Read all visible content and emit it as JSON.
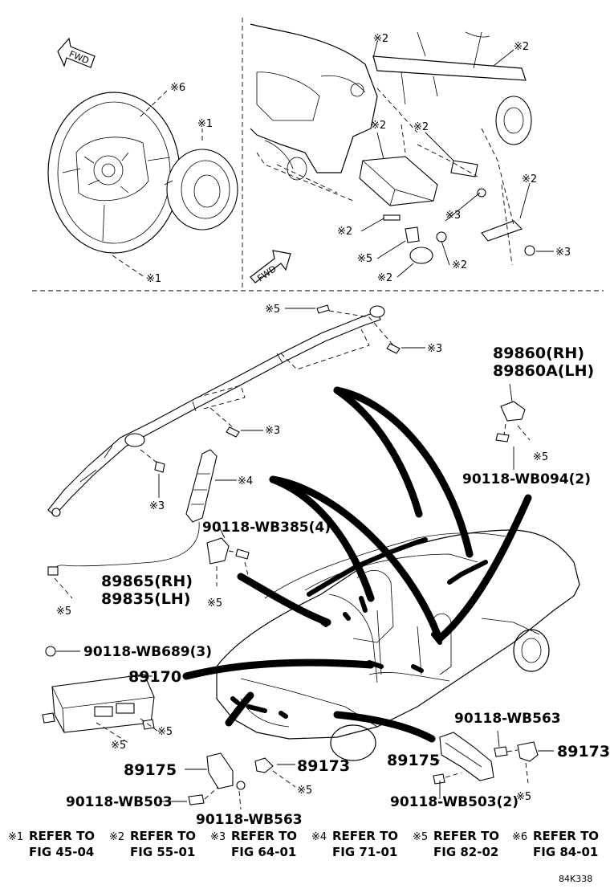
{
  "fwd_label": "FWD",
  "ref_marks": {
    "m1": "※1",
    "m2": "※2",
    "m3": "※3",
    "m4": "※4",
    "m5": "※5",
    "m6": "※6"
  },
  "part_numbers": {
    "p89860_rh": "89860(RH)",
    "p89860a_lh": "89860A(LH)",
    "p90118_wb094": "90118-WB094(2)",
    "p90118_wb385": "90118-WB385(4)",
    "p89865_rh": "89865(RH)",
    "p89835_lh": "89835(LH)",
    "p90118_wb689": "90118-WB689(3)",
    "p89170": "89170",
    "p90118_wb563_r": "90118-WB563",
    "p89173_r": "89173",
    "p89175_r": "89175",
    "p90118_wb503_r": "90118-WB503(2)",
    "p89175_l": "89175",
    "p89173_l": "89173",
    "p90118_wb503_l": "90118-WB503",
    "p90118_wb563_l": "90118-WB563"
  },
  "footer_refs": [
    {
      "mark": "※1",
      "refer": "REFER TO",
      "fig": "FIG 45-04"
    },
    {
      "mark": "※2",
      "refer": "REFER TO",
      "fig": "FIG 55-01"
    },
    {
      "mark": "※3",
      "refer": "REFER TO",
      "fig": "FIG 64-01"
    },
    {
      "mark": "※4",
      "refer": "REFER TO",
      "fig": "FIG 71-01"
    },
    {
      "mark": "※5",
      "refer": "REFER TO",
      "fig": "FIG 82-02"
    },
    {
      "mark": "※6",
      "refer": "REFER TO",
      "fig": "FIG 84-01"
    }
  ],
  "figure_code": "84K338"
}
